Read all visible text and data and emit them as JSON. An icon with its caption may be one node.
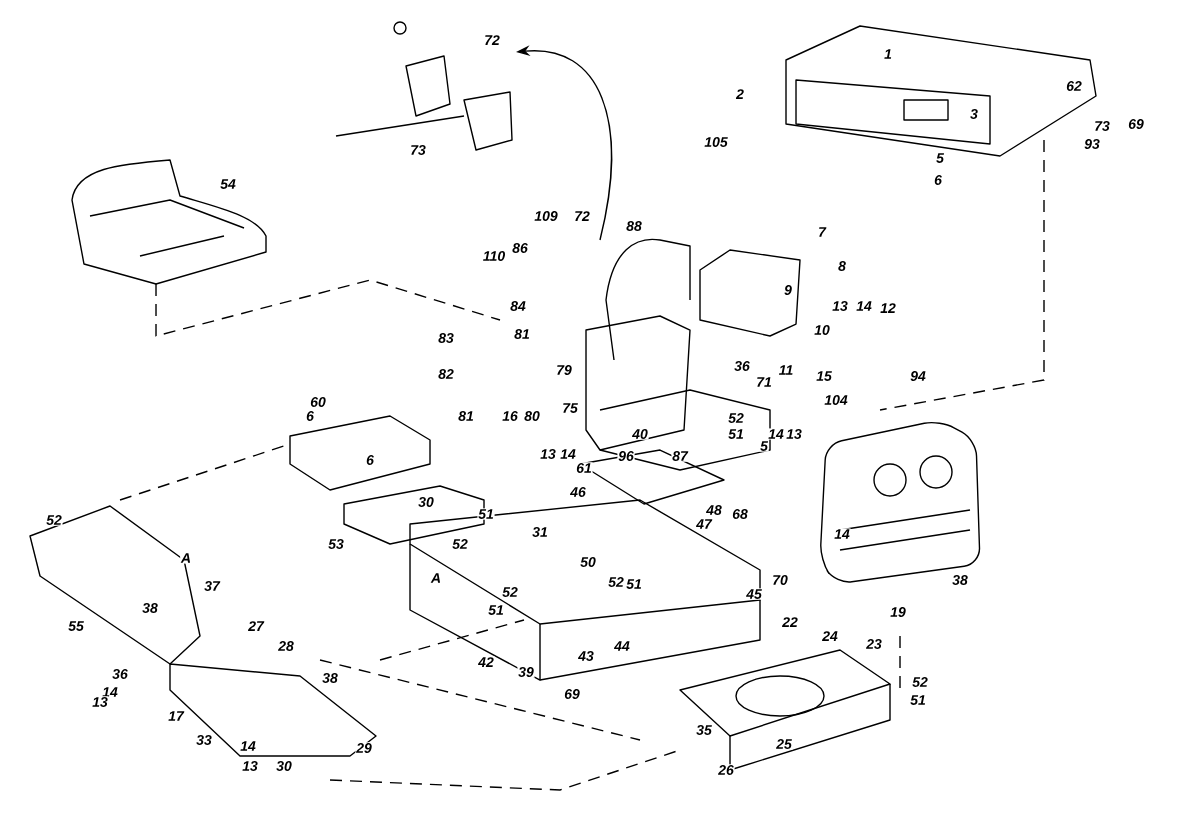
{
  "diagram": {
    "labels": [
      "72",
      "73",
      "2",
      "105",
      "1",
      "3",
      "5",
      "6",
      "62",
      "73",
      "93",
      "69",
      "54",
      "109",
      "72",
      "88",
      "7",
      "110",
      "86",
      "8",
      "9",
      "84",
      "13",
      "14",
      "12",
      "10",
      "83",
      "81",
      "36",
      "11",
      "79",
      "82",
      "15",
      "94",
      "71",
      "104",
      "60",
      "75",
      "6",
      "81",
      "16",
      "80",
      "52",
      "40",
      "51",
      "5",
      "14",
      "13",
      "13",
      "14",
      "87",
      "96",
      "6",
      "61",
      "46",
      "30",
      "48",
      "51",
      "68",
      "52",
      "47",
      "31",
      "14",
      "53",
      "52",
      "A",
      "50",
      "A",
      "38",
      "70",
      "52",
      "51",
      "37",
      "52",
      "45",
      "38",
      "51",
      "19",
      "22",
      "55",
      "27",
      "24",
      "23",
      "44",
      "28",
      "43",
      "42",
      "39",
      "36",
      "38",
      "52",
      "14",
      "69",
      "51",
      "13",
      "17",
      "35",
      "33",
      "14",
      "29",
      "25",
      "13",
      "30",
      "26"
    ]
  }
}
